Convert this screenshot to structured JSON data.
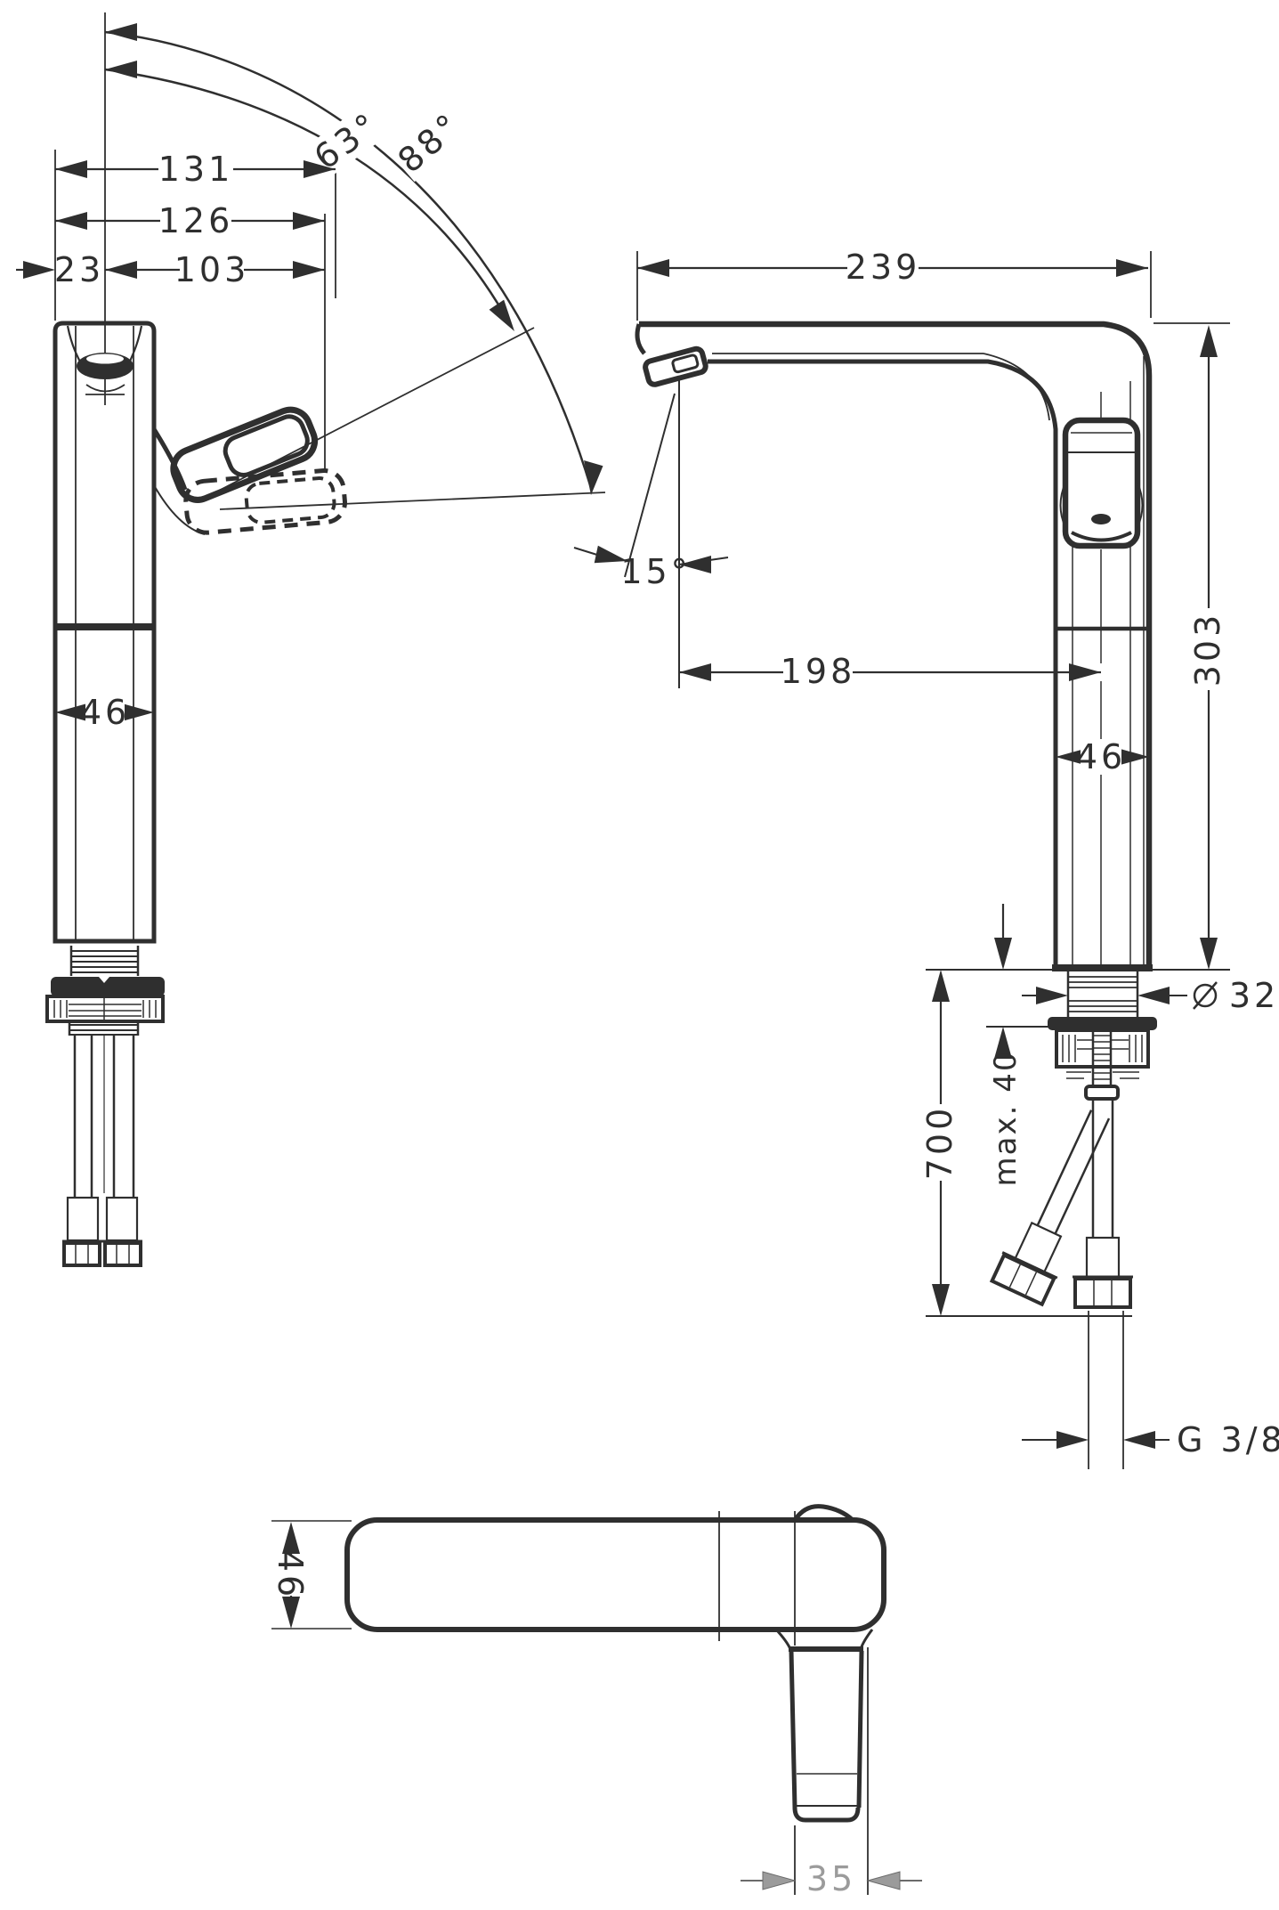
{
  "drawing": {
    "type": "technical-dimension-drawing",
    "subject": "single-lever kitchen faucet, three orthographic views with dimensions (mm)",
    "colors": {
      "line": "#2f2f2f",
      "dim_gray": "#9b9b9b",
      "background": "#ffffff"
    },
    "front_view": {
      "angle_outer": "88°",
      "angle_inner": "63°",
      "dim_total_reach": "131",
      "dim_reach_2": "126",
      "dim_offset": "23",
      "dim_reach_3": "103",
      "dim_body_width": "46"
    },
    "side_view": {
      "dim_spout_reach": "239",
      "dim_spout_angle": "15°",
      "dim_spout_to_axis": "198",
      "dim_total_height": "303",
      "dim_body_depth": "46",
      "dim_shank_diameter": "32",
      "diameter_symbol": "Ø",
      "dim_max_counter": "max. 40",
      "dim_hose_length": "700",
      "dim_thread": "G 3/8"
    },
    "plan_view": {
      "dim_body_width": "46",
      "dim_handle_width": "35"
    }
  }
}
